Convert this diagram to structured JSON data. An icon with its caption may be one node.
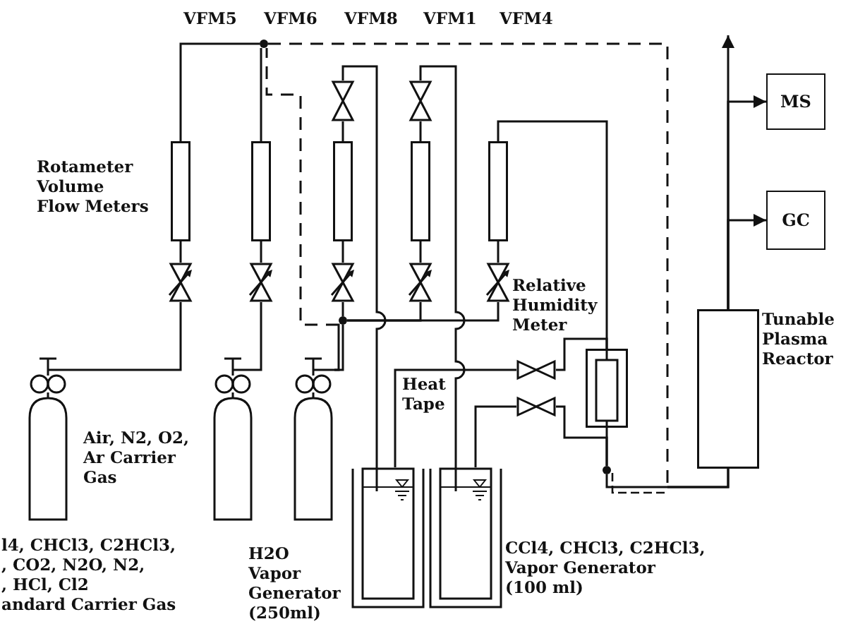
{
  "diagram": {
    "nodes": [
      {
        "text": [],
        "shape": "circle"
      },
      {
        "text": [],
        "shape": "valve"
      },
      {
        "text": [],
        "shape": "valve"
      },
      {
        "text": [
          "MS"
        ]
      },
      {
        "text": [],
        "shape": "box"
      },
      {
        "text": [],
        "shape": "box"
      },
      {
        "text": [],
        "shape": "box"
      },
      {
        "text": [],
        "shape": "box"
      },
      {
        "text": [],
        "shape": "box"
      },
      {
        "text": [
          "GC"
        ]
      },
      {
        "text": [],
        "shape": "valve"
      },
      {
        "text": [],
        "shape": "valve"
      },
      {
        "text": [],
        "shape": "valve"
      },
      {
        "text": [],
        "shape": "valve"
      },
      {
        "text": [],
        "shape": "valve"
      },
      {
        "text": [],
        "shape": "box",
        "beside": [
          "Tunable Plasma Reactor"
        ]
      },
      {
        "text": [],
        "shape": "circle"
      },
      {
        "text": [],
        "shape": "box"
      },
      {
        "text": [],
        "shape": "cylinder",
        "beside": [
          "Air, N2, O2, Ar Carrier Gas"
        ]
      },
      {
        "text": [],
        "shape": "cylinder"
      },
      {
        "text": [],
        "shape": "cylinder"
      },
      {
        "text": [],
        "shape": "valve"
      },
      {
        "text": [],
        "shape": "valve"
      },
      {
        "text": [],
        "shape": "box",
        "beside": [
          "H2O Vapor Generator (250ml)"
        ]
      },
      {
        "text": [],
        "shape": "box",
        "beside": [
          "CCl4, CHCl3, C2HCl3, Vapor Generator (100 ml)"
        ]
      },
      {
        "text": [],
        "shape": "circle"
      }
    ],
    "edges": [
      {
        "from": 18,
        "to": 10,
        "arrow": "none"
      },
      {
        "from": 10,
        "to": 4,
        "arrow": "none"
      },
      {
        "from": 19,
        "to": 11,
        "arrow": "none"
      },
      {
        "from": 11,
        "to": 5,
        "arrow": "none"
      },
      {
        "from": 20,
        "to": 16,
        "arrow": "none"
      },
      {
        "from": 16,
        "to": 12,
        "arrow": "none"
      },
      {
        "from": 16,
        "to": 13,
        "arrow": "none"
      },
      {
        "from": 16,
        "to": 14,
        "arrow": "none"
      },
      {
        "from": 12,
        "to": 6,
        "arrow": "none"
      },
      {
        "from": 13,
        "to": 7,
        "arrow": "none"
      },
      {
        "from": 14,
        "to": 8,
        "arrow": "none"
      },
      {
        "from": 6,
        "to": 1,
        "arrow": "none"
      },
      {
        "from": 1,
        "to": 23,
        "arrow": "none"
      },
      {
        "from": 7,
        "to": 2,
        "arrow": "none"
      },
      {
        "from": 2,
        "to": 24,
        "arrow": "none"
      },
      {
        "from": 8,
        "to": 17,
        "arrow": "none"
      },
      {
        "from": 23,
        "to": 21,
        "arrow": "none"
      },
      {
        "from": 21,
        "to": 17,
        "arrow": "none"
      },
      {
        "from": 24,
        "to": 22,
        "arrow": "none"
      },
      {
        "from": 22,
        "to": 25,
        "arrow": "none"
      },
      {
        "from": 17,
        "to": 25,
        "arrow": "none"
      },
      {
        "from": 25,
        "to": 15,
        "arrow": "none"
      },
      {
        "from": 4,
        "to": 0,
        "arrow": "none"
      },
      {
        "from": 5,
        "to": 0,
        "arrow": "none"
      },
      {
        "from": 20,
        "to": 0,
        "arrow": "none",
        "style": "dashed"
      },
      {
        "from": 0,
        "to": 15,
        "arrow": "none",
        "style": "dashed"
      },
      {
        "from": 15,
        "to": 3,
        "arrow": "to"
      },
      {
        "from": 15,
        "to": 9,
        "arrow": "to"
      },
      {
        "from": 15,
        "to": null,
        "arrow": "to"
      }
    ],
    "labels": [
      "VFM5",
      "VFM6",
      "VFM8",
      "VFM1",
      "VFM4",
      "Rotameter Volume Flow Meters",
      "Relative Humidity Meter",
      "Heat Tape",
      "l4, CHCl3, C2HCl3, , CO2, N2O, N2, , HCl, Cl2 andard Carrier Gas"
    ]
  }
}
